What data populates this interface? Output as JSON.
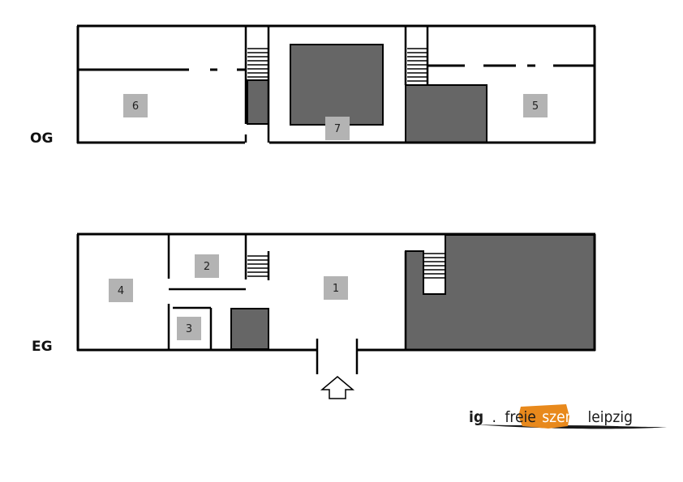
{
  "floors": {
    "upper": {
      "label": "OG",
      "rooms": [
        {
          "number": "6"
        },
        {
          "number": "7"
        },
        {
          "number": "5"
        }
      ]
    },
    "ground": {
      "label": "EG",
      "rooms": [
        {
          "number": "4"
        },
        {
          "number": "2"
        },
        {
          "number": "1"
        },
        {
          "number": "3"
        }
      ]
    }
  },
  "logo": {
    "prefix": "ig",
    "separator": ".",
    "word1": "freie",
    "highlight": "szene",
    "word2": "leipzig"
  },
  "colors": {
    "wall": "#000000",
    "blocked_area": "#666666",
    "room_badge": "#b3b3b3",
    "logo_accent": "#e8891c",
    "background": "#ffffff"
  },
  "icons": {
    "stairs": "stairs-icon",
    "entrance": "entrance-arrow-icon"
  }
}
